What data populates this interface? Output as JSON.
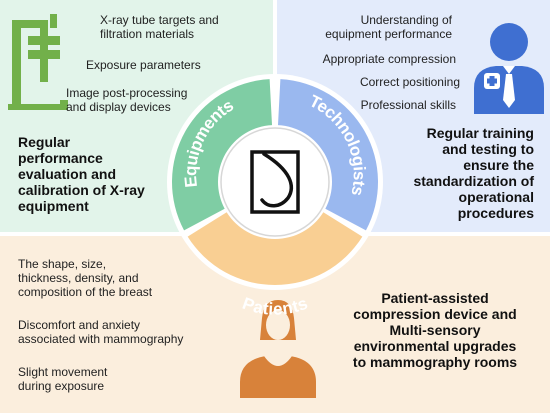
{
  "colors": {
    "equipments_bg": "#e2f4ea",
    "technologists_bg": "#e3ebfb",
    "patients_bg": "#fbeedd",
    "equipments_accent": "#7fcda4",
    "technologists_accent": "#9ab8ef",
    "patients_accent": "#f9cf93",
    "machine_icon": "#72b04a",
    "technologist_icon": "#3f6fd1",
    "patient_icon": "#d8823a"
  },
  "icons": {
    "equipments": "xray-machine-icon",
    "technologists": "technologist-icon",
    "patients": "patient-icon",
    "center": "breast-outline-icon"
  },
  "ring": {
    "equipments_label": "Equipments",
    "technologists_label": "Technologists",
    "patients_label": "Patients"
  },
  "equipments": {
    "items": [
      "X-ray tube targets and\nfiltration materials",
      "Exposure parameters",
      "Image post-processing\nand display devices"
    ],
    "summary": "Regular\nperformance\nevaluation and\ncalibration of X-ray\nequipment"
  },
  "technologists": {
    "items": [
      "Understanding of\nequipment performance",
      "Appropriate compression",
      "Correct positioning",
      "Professional skills"
    ],
    "summary": "Regular training\nand testing to\nensure the\nstandardization of\noperational\nprocedures"
  },
  "patients": {
    "items": [
      "The shape, size,\nthickness, density, and\ncomposition of the breast",
      "Discomfort and anxiety\nassociated with mammography",
      "Slight movement\nduring exposure"
    ],
    "summary": "Patient-assisted\ncompression device and\nMulti-sensory\nenvironmental upgrades\nto mammography rooms"
  }
}
